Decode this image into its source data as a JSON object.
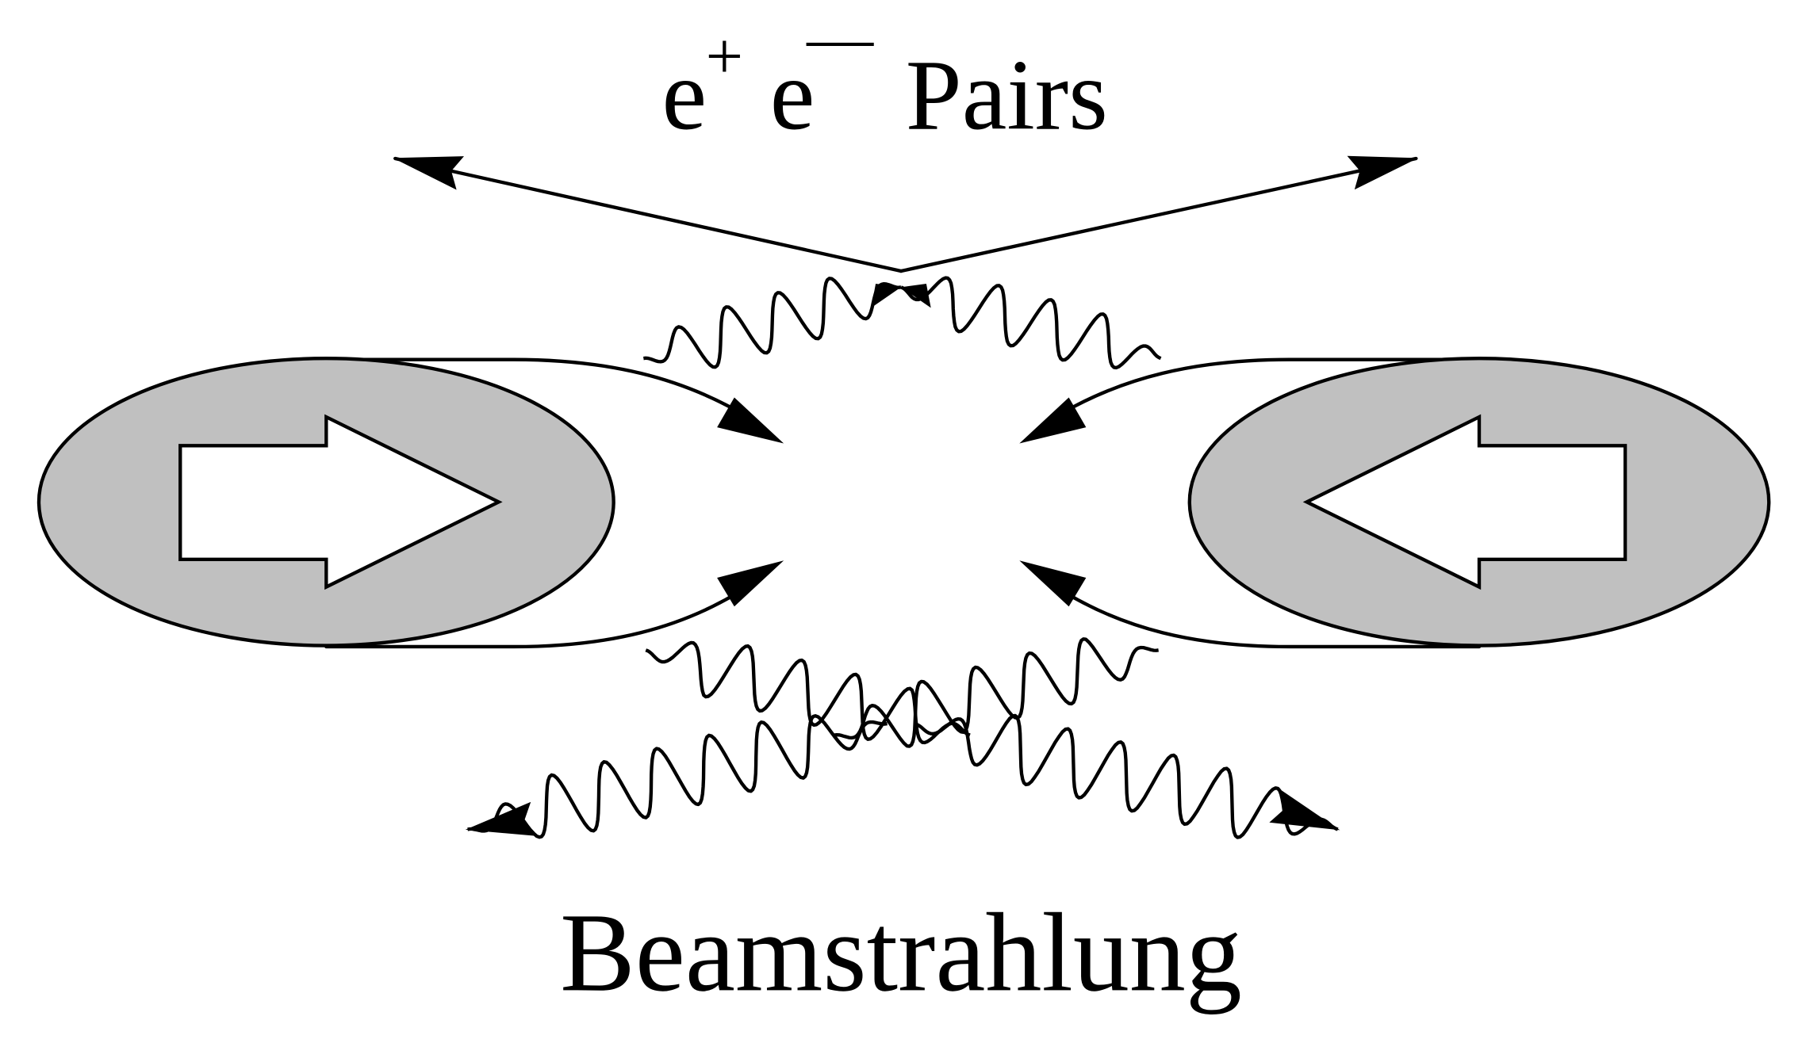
{
  "title": {
    "base1": "e",
    "sup1": "+",
    "base2": "e",
    "sup2": "—",
    "word": "Pairs"
  },
  "bottom_label": "Beamstrahlung",
  "colors": {
    "bunch_fill": "#c0c0c0",
    "line": "#000000",
    "arrow_fill": "#ffffff",
    "background": "#ffffff"
  }
}
